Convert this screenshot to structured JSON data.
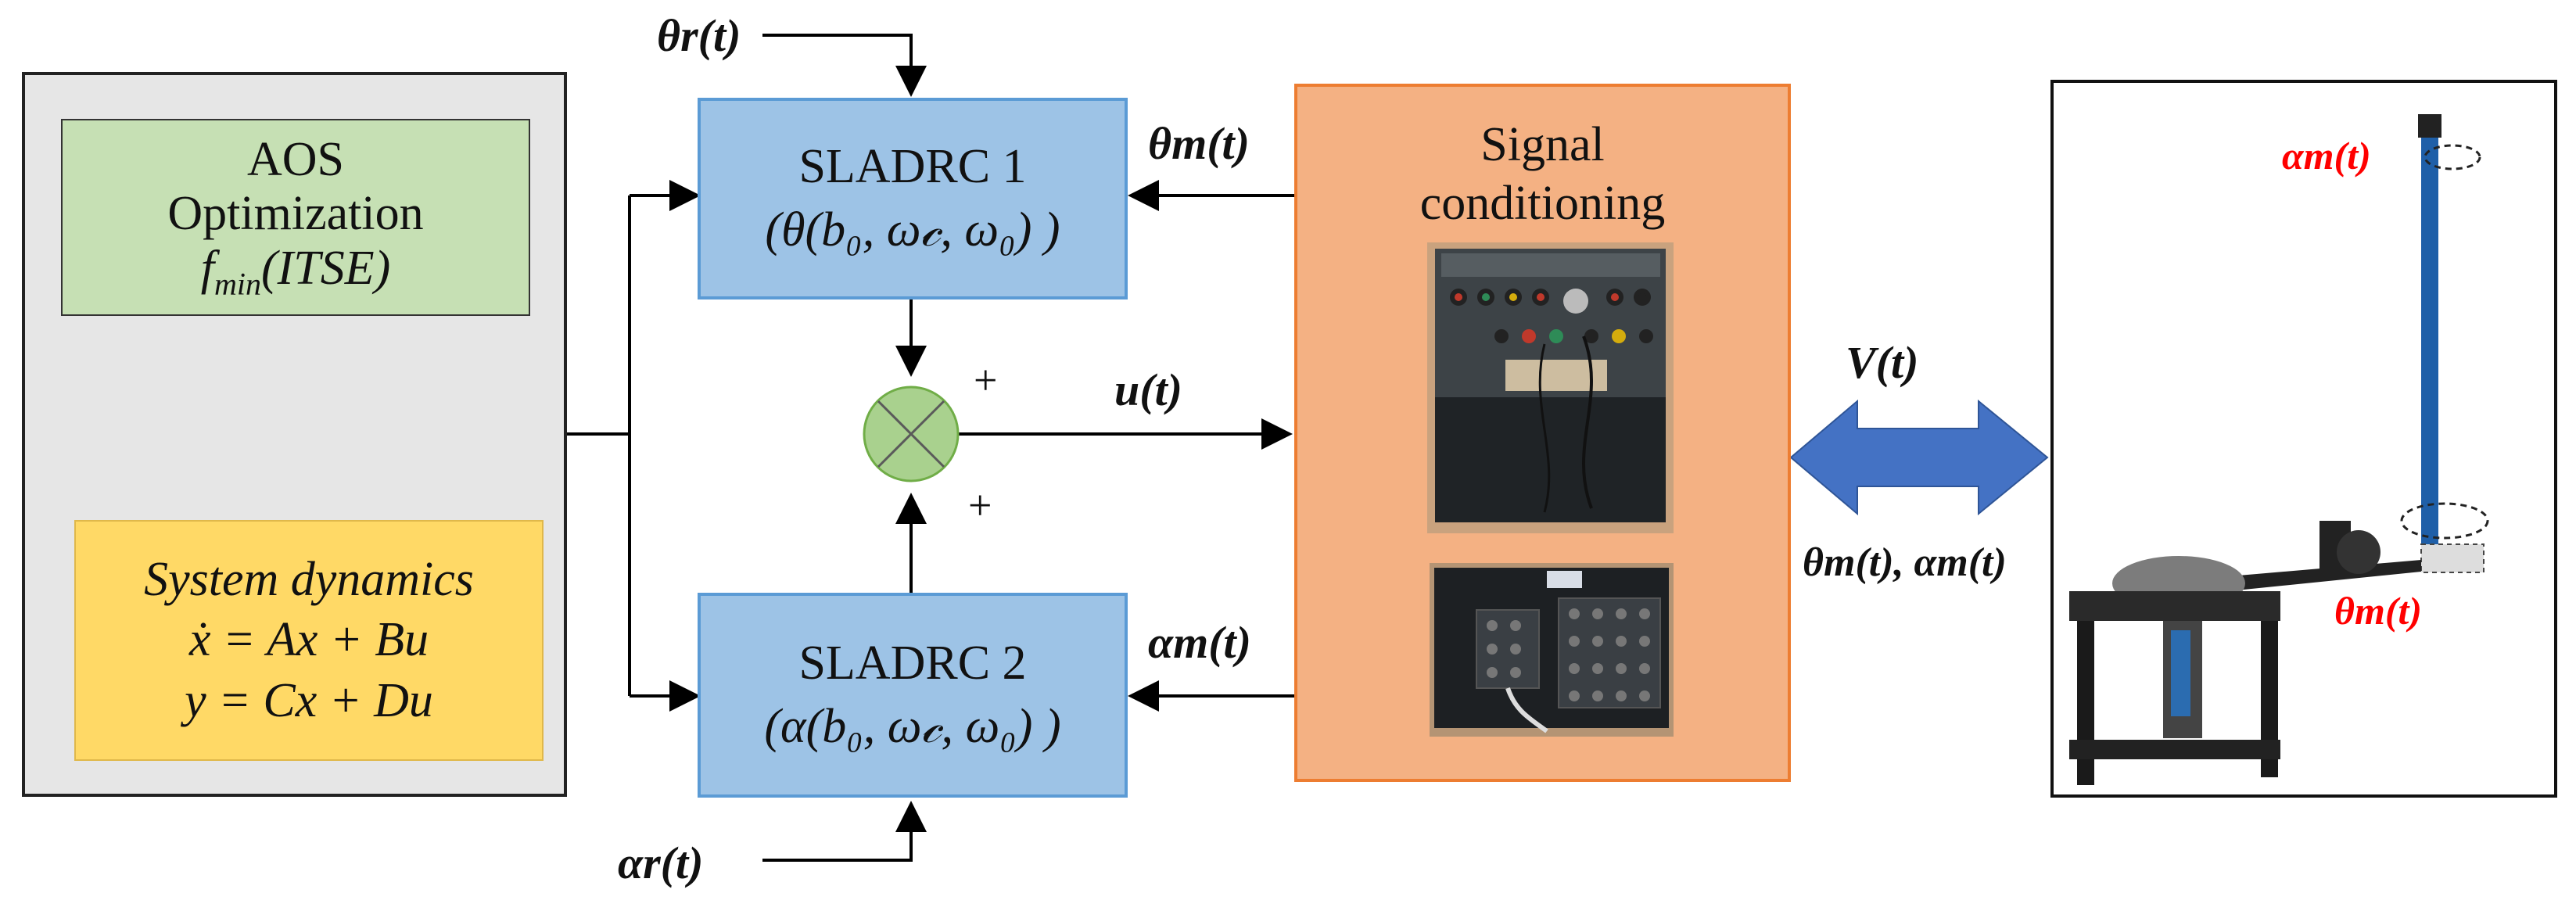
{
  "colors": {
    "left_panel_bg": "#e6e6e6",
    "optimization_fill": "#c6e0b4",
    "dynamics_fill": "#ffd966",
    "controller_fill": "#9dc3e6",
    "conditioning_fill": "#f4b183",
    "summer_fill": "#a9d18e",
    "double_arrow_orange": "#ed7d31",
    "double_arrow_blue": "#4472c4",
    "red_label": "#ff0000"
  },
  "left_panel": {
    "optimization": {
      "line1": "AOS",
      "line2": "Optimization",
      "line3": "f_min(ITSE)"
    },
    "dynamics": {
      "line1": "System dynamics",
      "line2": "ẋ = Ax + Bu",
      "line3": "y = Cx + Du"
    }
  },
  "controllers": {
    "c1": {
      "title": "SLADRC 1",
      "params": "(θ(b₀, ω𝒸, ω₀) )"
    },
    "c2": {
      "title": "SLADRC 2",
      "params": "(α(b₀, ω𝒸, ω₀) )"
    }
  },
  "conditioning": {
    "line1": "Signal",
    "line2": "conditioning"
  },
  "signals": {
    "theta_r": "θr(t)",
    "alpha_r": "αr(t)",
    "theta_m": "θm(t)",
    "alpha_m": "αm(t)",
    "u": "u(t)",
    "V": "V(t)",
    "outputs": "θm(t), αm(t)",
    "plus_top": "+",
    "plus_bottom": "+"
  },
  "plant": {
    "alpha_label": "αm(t)",
    "theta_label": "θm(t)"
  }
}
